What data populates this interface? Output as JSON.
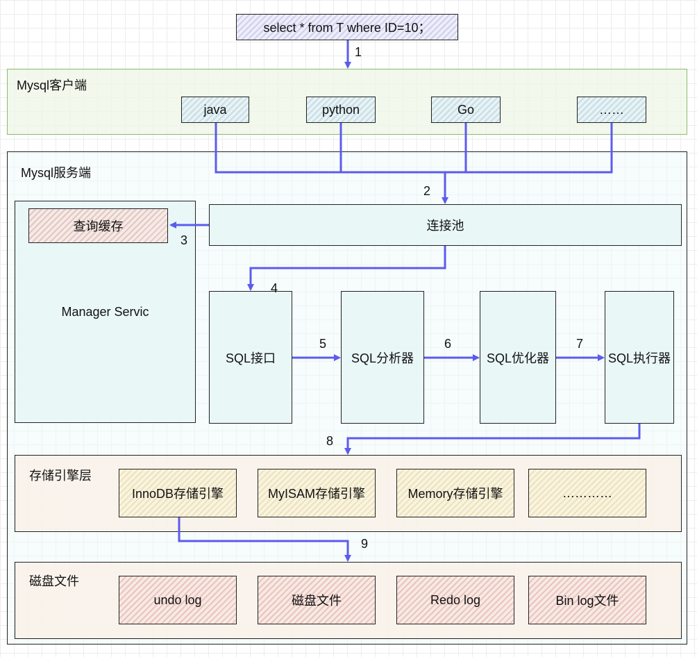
{
  "query": "select * from T where ID=10；",
  "client": {
    "title": "Mysql客户端",
    "languages": [
      "java",
      "python",
      "Go",
      "……"
    ]
  },
  "server": {
    "title": "Mysql服务端",
    "query_cache": "查询缓存",
    "manager_service": "Manager Servic",
    "connection_pool": "连接池",
    "sql_interface": "SQL接口",
    "sql_analyzer": "SQL分析器",
    "sql_optimizer": "SQL优化器",
    "sql_executor": "SQL执行器"
  },
  "storage": {
    "title": "存储引擎层",
    "engines": [
      "InnoDB存储引擎",
      "MyISAM存储引擎",
      "Memory存储引擎",
      "…………"
    ]
  },
  "disk": {
    "title": "磁盘文件",
    "files": [
      "undo log",
      "磁盘文件",
      "Redo log",
      "Bin log文件"
    ]
  },
  "steps": [
    "1",
    "2",
    "3",
    "4",
    "5",
    "6",
    "7",
    "8",
    "9"
  ],
  "colors": {
    "arrow": "#5b5bef",
    "client_border": "#8abb6e"
  }
}
